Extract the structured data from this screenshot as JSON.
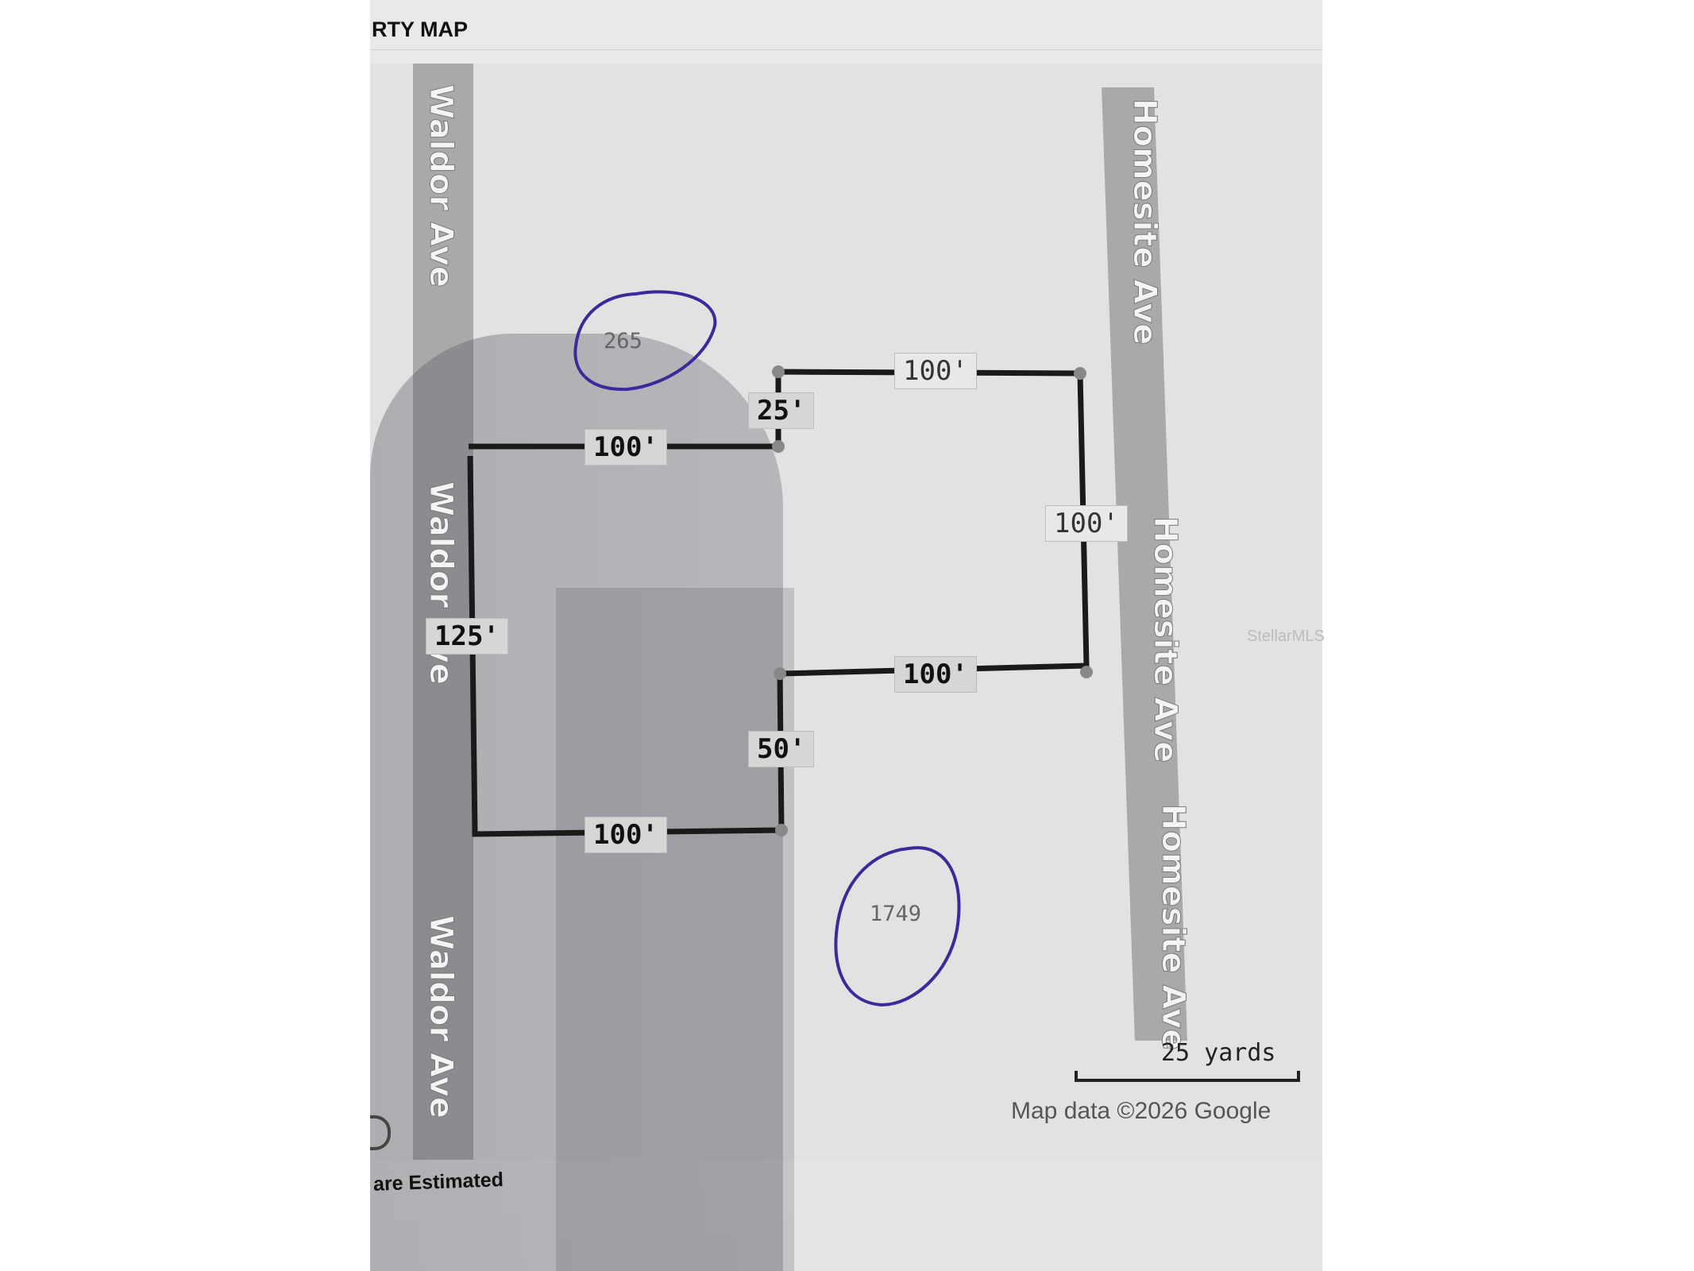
{
  "header": {
    "title": "RTY MAP"
  },
  "footer": {
    "note": "are Estimated"
  },
  "map": {
    "roads": [
      {
        "name": "Waldor Ave"
      },
      {
        "name": "Waldor Ave"
      },
      {
        "name": "Waldor Ave"
      },
      {
        "name": "Homesite Ave"
      },
      {
        "name": "Homesite Ave"
      },
      {
        "name": "Homesite Ave"
      }
    ],
    "parcel_numbers": [
      "265",
      "1749"
    ],
    "dimensions": [
      "100'",
      "25'",
      "100'",
      "100'",
      "125'",
      "100'",
      "50'",
      "100'"
    ],
    "scale": "25 yards",
    "attribution": "Map data ©2026 Google",
    "watermark": "StellarMLS",
    "circle_color": "#3a2a9a",
    "boundary_color": "#1a1a1a"
  }
}
